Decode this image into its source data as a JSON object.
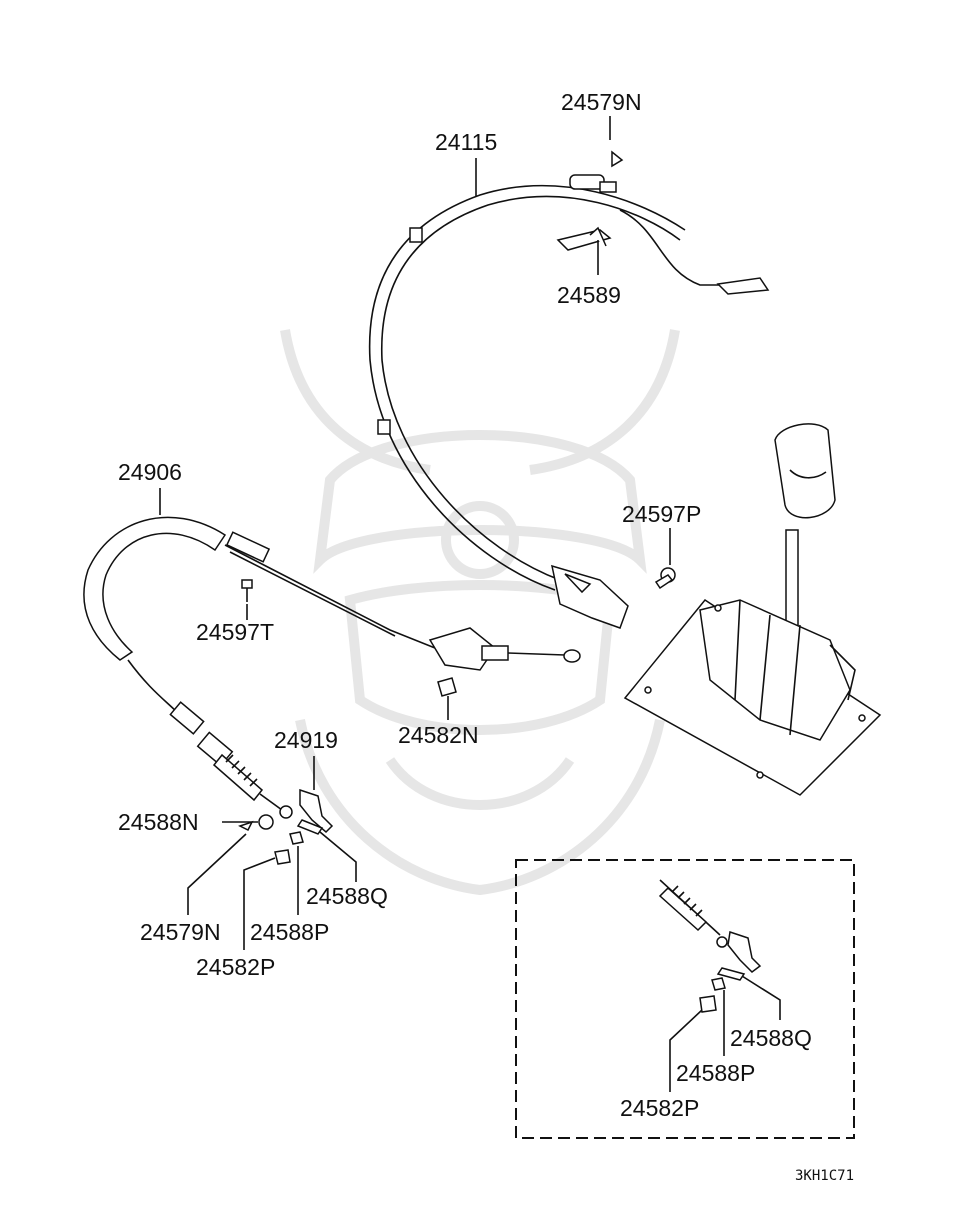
{
  "callouts": {
    "p24579N_top": "24579N",
    "p24115": "24115",
    "p24589": "24589",
    "p24906": "24906",
    "p24597P": "24597P",
    "p24597T": "24597T",
    "p24582N": "24582N",
    "p24919": "24919",
    "p24588N": "24588N",
    "p24588Q": "24588Q",
    "p24579N_bottom": "24579N",
    "p24588P": "24588P",
    "p24582P": "24582P"
  },
  "detail_box": {
    "p24588Q": "24588Q",
    "p24588P": "24588P",
    "p24582P": "24582P"
  },
  "diagram_code": "3KH1C71"
}
